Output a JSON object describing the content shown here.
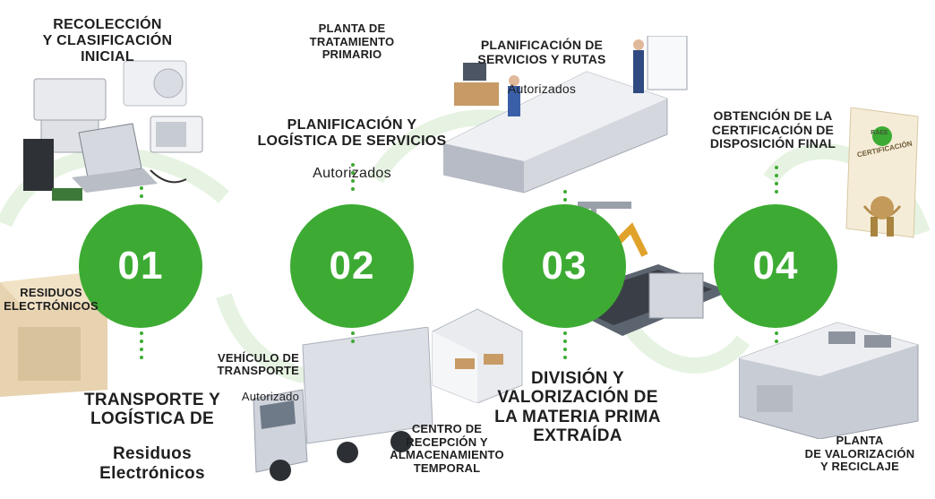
{
  "colors": {
    "green": "#3dab33",
    "green_light": "#e6f3e2",
    "dot": "#3dab33",
    "text": "#1f1f1f"
  },
  "steps": [
    {
      "number": "01",
      "top_label": "RECOLECCIÓN\nY CLASIFICACIÓN\nINICIAL",
      "side_label": "RESIDUOS\nELECTRÓNICOS",
      "bottom_label": "TRANSPORTE Y\nLOGÍSTICA DE",
      "bottom_label_strong": "Residuos\nElectrónicos"
    },
    {
      "number": "02",
      "top_label": "PLANTA DE\nTRATAMIENTO\nPRIMARIO",
      "mid_label": "PLANIFICACIÓN Y\nLOGÍSTICA DE SERVICIOS",
      "mid_label_sub": "Autorizados",
      "vehicle_label": "VEHÍCULO DE\nTRANSPORTE",
      "vehicle_label_sub": "Autorizado",
      "center_label": "CENTRO DE\nRECEPCIÓN Y\nALMACENAMIENTO\nTEMPORAL"
    },
    {
      "number": "03",
      "top_label": "PLANIFICACIÓN DE\nSERVICIOS Y RUTAS",
      "top_label_sub": "Autorizados",
      "bottom_label": "DIVISIÓN Y\nVALORIZACIÓN DE\nLA MATERIA PRIMA\nEXTRAÍDA"
    },
    {
      "number": "04",
      "top_label": "OBTENCIÓN DE LA\nCERTIFICACIÓN DE\nDISPOSICIÓN FINAL",
      "bottom_label": "PLANTA\nDE VALORIZACIÓN\nY RECICLAJE",
      "certificate_text": "CERTIFICACIÓN",
      "certificate_brand": "RAEE"
    }
  ]
}
